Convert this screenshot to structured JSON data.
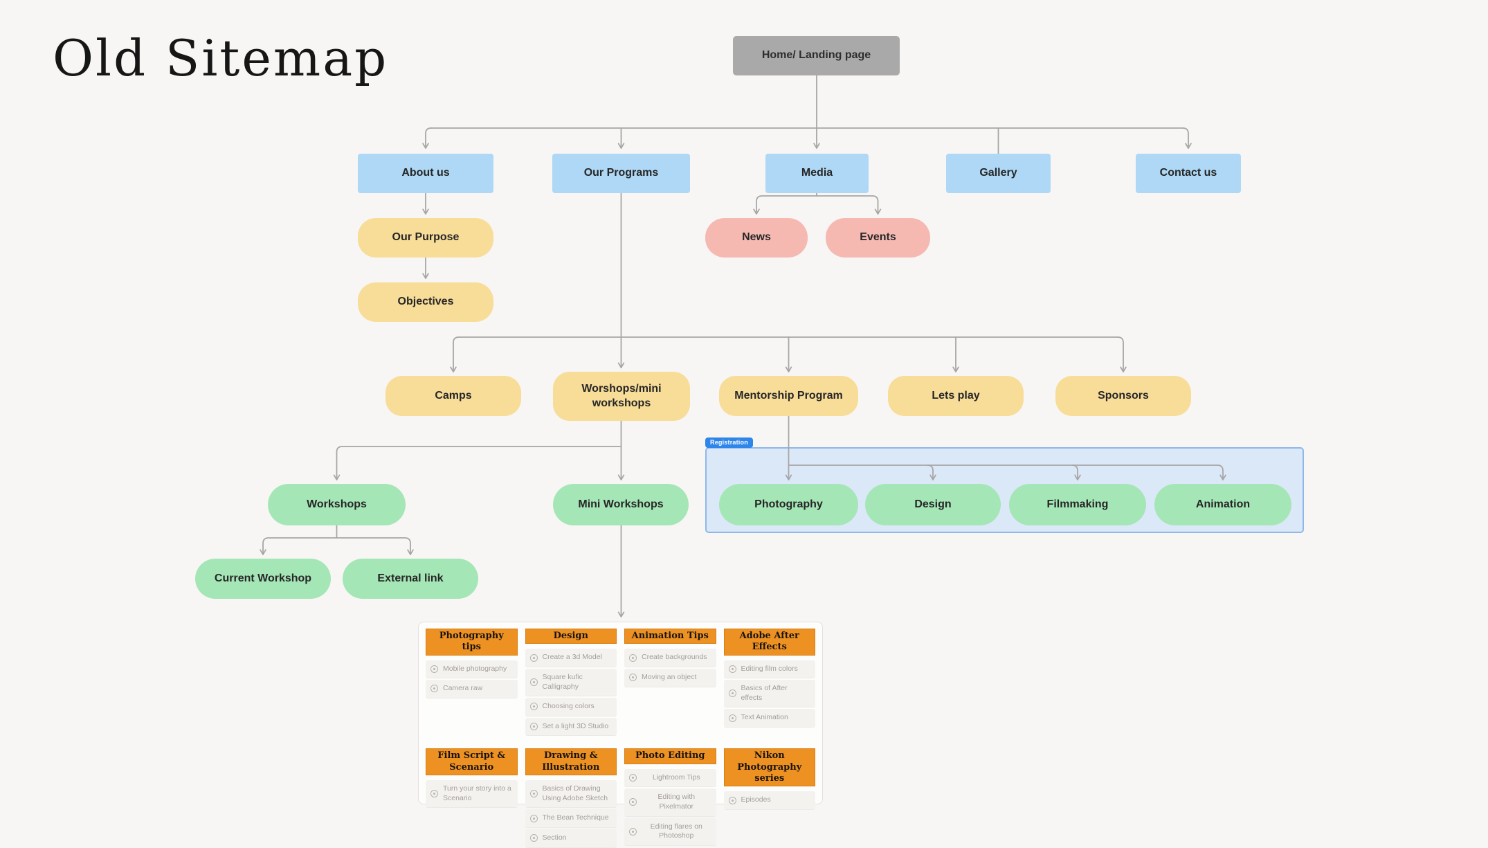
{
  "title": "Old Sitemap",
  "colors": {
    "background": "#f7f6f4",
    "root_gray": "#a9a9a9",
    "level2_blue": "#aed8f5",
    "yellow": "#f8dd99",
    "pink": "#f5b9b2",
    "green": "#a5e6b6",
    "panel_bg": "#dbe8f8",
    "panel_border": "#8cb8ea",
    "badge_blue": "#2e86eb",
    "header_orange": "#ee9123",
    "connector_gray": "#a6a6a6"
  },
  "nodes": {
    "home": "Home/ Landing page",
    "about": "About us",
    "programs": "Our Programs",
    "media": "Media",
    "gallery": "Gallery",
    "contact": "Contact us",
    "purpose": "Our Purpose",
    "objectives": "Objectives",
    "news": "News",
    "events": "Events",
    "camps": "Camps",
    "worshops": "Worshops/mini workshops",
    "mentorship": "Mentorship Program",
    "letsplay": "Lets play",
    "sponsors": "Sponsors",
    "workshops": "Workshops",
    "miniworkshops": "Mini Workshops",
    "currentworkshop": "Current Workshop",
    "externallink": "External link",
    "registration_badge": "Registration",
    "photography": "Photography",
    "design": "Design",
    "filmmaking": "Filmmaking",
    "animation": "Animation"
  },
  "card": {
    "sections": [
      {
        "title": "Photography tips",
        "items": [
          "Mobile photography",
          "Camera raw"
        ]
      },
      {
        "title": "Design",
        "items": [
          "Create a 3d Model",
          "Square kufic Calligraphy",
          "Choosing colors",
          "Set a light 3D Studio"
        ]
      },
      {
        "title": "Animation Tips",
        "items": [
          "Create backgrounds",
          "Moving an object"
        ]
      },
      {
        "title": "Adobe After Effects",
        "items": [
          "Editing film colors",
          "Basics of After effects",
          "Text Animation"
        ]
      },
      {
        "title": "Film Script & Scenario",
        "items": [
          "Turn your story into a Scenario"
        ]
      },
      {
        "title": "Drawing & Illustration",
        "items": [
          "Basics of Drawing Using Adobe Sketch",
          "The Bean Technique",
          "Section"
        ]
      },
      {
        "title": "Photo Editing",
        "align": "center",
        "items": [
          "Lightroom Tips",
          "Editing with Pixelmator",
          "Editing flares on Photoshop"
        ]
      },
      {
        "title": "Nikon Photography series",
        "items": [
          "Episodes"
        ]
      }
    ]
  }
}
